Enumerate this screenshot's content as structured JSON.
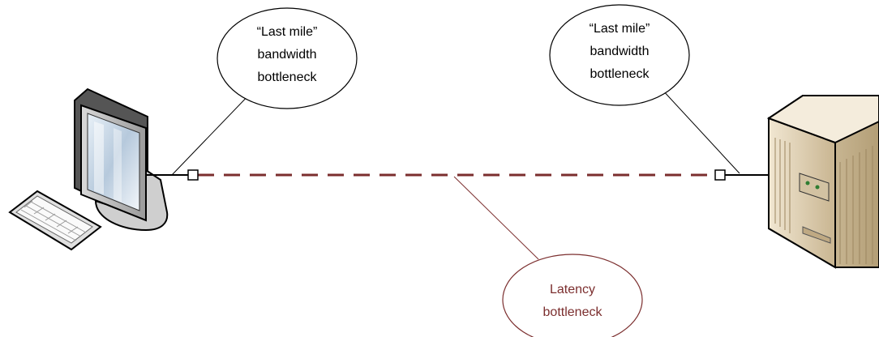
{
  "callouts": {
    "left": {
      "lines": [
        "“Last mile”",
        "bandwidth",
        "bottleneck"
      ]
    },
    "right": {
      "lines": [
        "“Last mile”",
        "bandwidth",
        "bottleneck"
      ]
    },
    "latency": {
      "lines": [
        "Latency",
        "bottleneck"
      ]
    }
  },
  "icons": {
    "client": "desktop-computer-icon",
    "server": "server-tower-icon"
  },
  "colors": {
    "link": "#7b2e2e",
    "latency_text": "#7b2e2e",
    "outline": "#000000",
    "server_fill": "#e8dcc4"
  }
}
